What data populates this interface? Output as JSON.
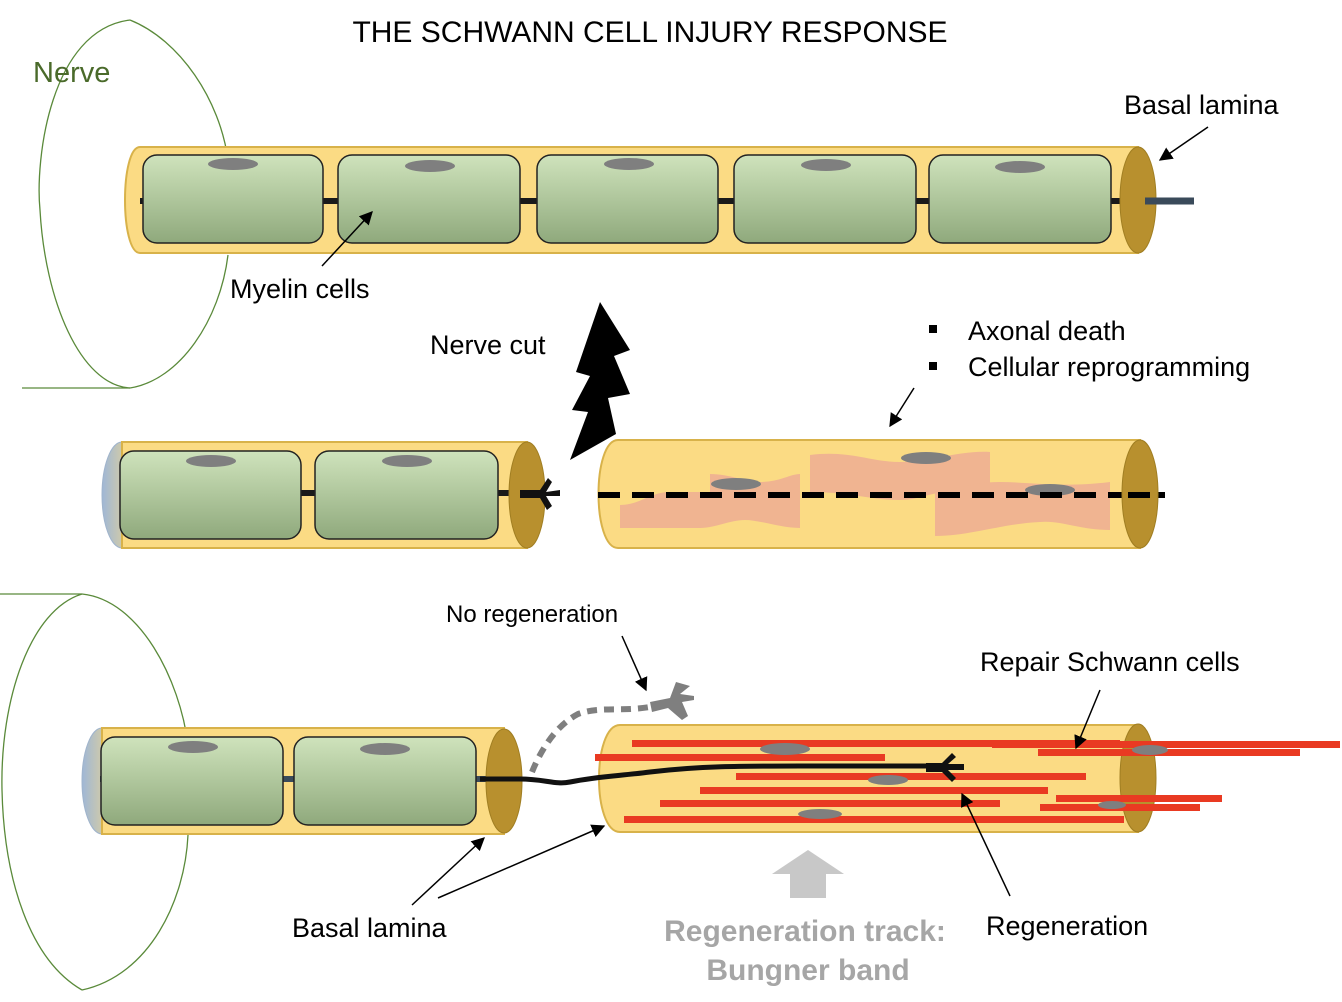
{
  "title": "THE SCHWANN CELL INJURY RESPONSE",
  "labels": {
    "nerve": "Nerve",
    "basal_lamina_top": "Basal lamina",
    "myelin_cells": "Myelin cells",
    "nerve_cut": "Nerve cut",
    "bullet_1": "Axonal death",
    "bullet_2": "Cellular reprogramming",
    "no_regeneration": "No regeneration",
    "repair_schwann_cells": "Repair Schwann cells",
    "basal_lamina_bottom": "Basal lamina",
    "regeneration": "Regeneration",
    "track_line1": "Regeneration track:",
    "track_line2": "Bungner band"
  },
  "colors": {
    "tube_fill": "#fbdb84",
    "tube_stroke": "#d8b24a",
    "tube_end": "#b8902e",
    "myelin_top": "#cfe3bc",
    "myelin_bottom": "#8aa478",
    "nucleus": "#7f7f7f",
    "repair_cell": "#e93a22",
    "degenerating_cell": "#f0b491",
    "nerve_outline": "#5a8a3a",
    "track_text": "#a6a6a6",
    "nerve_text": "#4a6a2a"
  },
  "icons": {
    "nerve_cut": "lightning-bolt-icon",
    "bullet": "square-bullet-icon",
    "growth_cone": "growth-cone-icon",
    "up_arrow": "up-arrow-icon"
  }
}
